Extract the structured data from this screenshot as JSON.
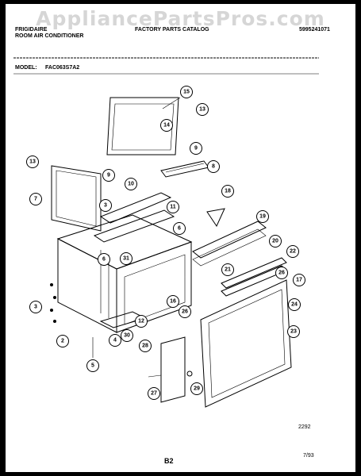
{
  "watermark": "AppliancePartsPros.com",
  "header": {
    "brand": "FRIGIDAIRE",
    "product": "ROOM AIR CONDITIONER",
    "catalog": "FACTORY PARTS CATALOG",
    "catalog_number": "5995241071",
    "model_label": "MODEL:",
    "model": "FAC063S7A2"
  },
  "footer": {
    "drawing_code": "2292",
    "page": "B2",
    "date": "7/93"
  },
  "callouts": [
    "15",
    "13",
    "14",
    "9",
    "8",
    "13",
    "9",
    "7",
    "10",
    "18",
    "3",
    "11",
    "6",
    "19",
    "20",
    "22",
    "21",
    "6",
    "31",
    "26",
    "17",
    "24",
    "16",
    "26",
    "23",
    "3",
    "12",
    "30",
    "2",
    "4",
    "28",
    "5",
    "27",
    "29"
  ]
}
